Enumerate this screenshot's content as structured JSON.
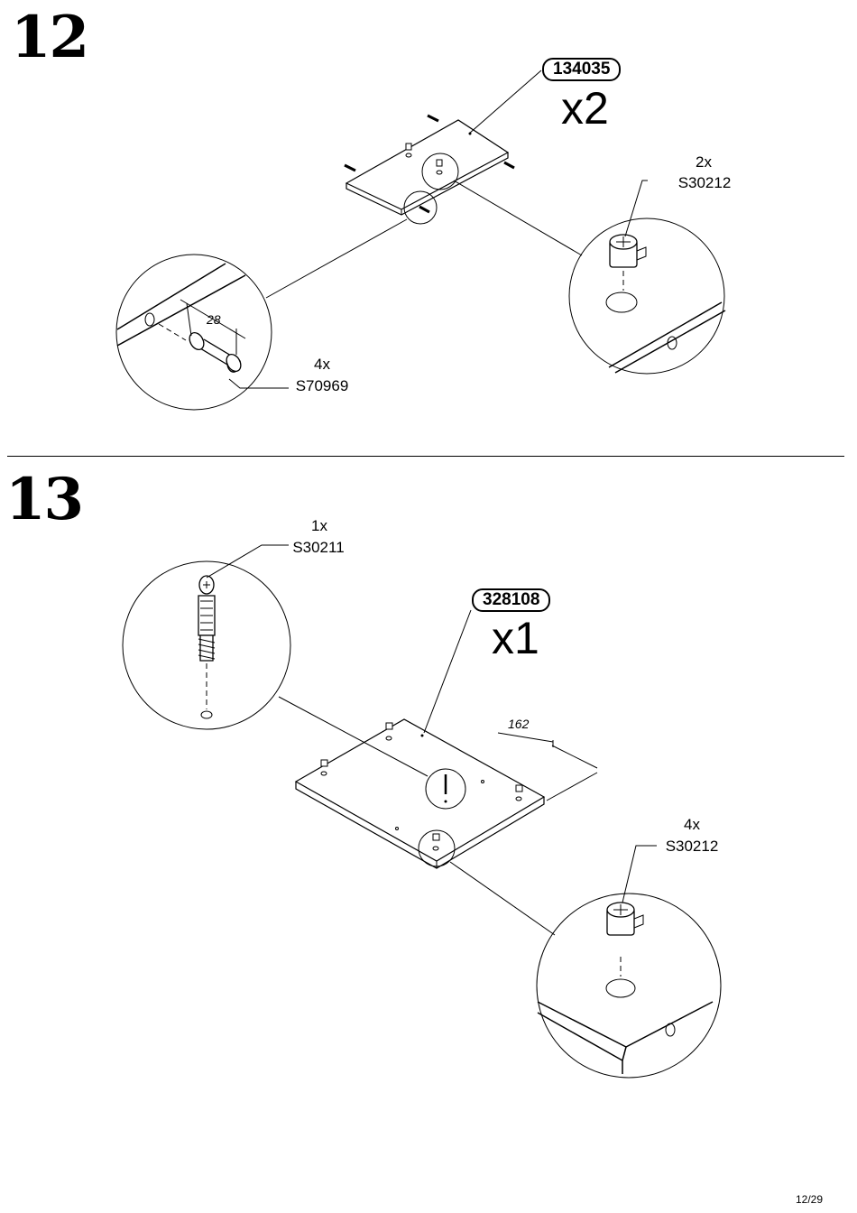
{
  "page_number": "12/29",
  "step12": {
    "number": "12",
    "part_number": "134035",
    "quantity": "x2",
    "callout_cam": {
      "qty": "2x",
      "code": "S30212"
    },
    "callout_dowel": {
      "qty": "4x",
      "code": "S70969"
    },
    "dimension": "28"
  },
  "step13": {
    "number": "13",
    "part_number": "328108",
    "quantity": "x1",
    "callout_bolt": {
      "qty": "1x",
      "code": "S30211"
    },
    "callout_cam": {
      "qty": "4x",
      "code": "S30212"
    },
    "dimension": "162"
  }
}
